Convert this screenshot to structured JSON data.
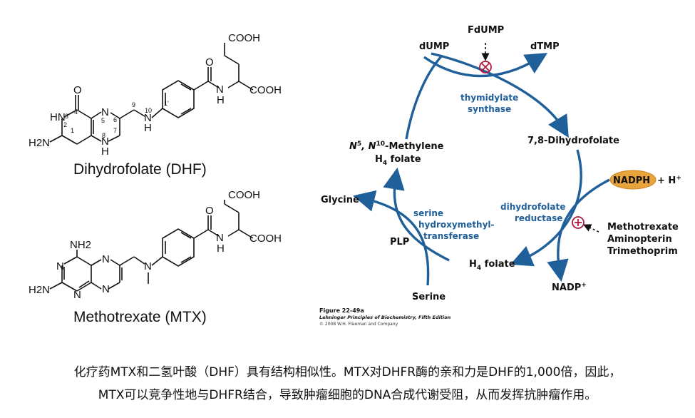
{
  "structures": {
    "dhf": {
      "name": "Dihydrofolate (DHF)",
      "cooh_top": "COOH",
      "cooh_right": "COOH",
      "o_carbonyl": "O",
      "o_ring": "O",
      "hn": "HN",
      "h2n": "H2N",
      "n_ring": "N",
      "nh_ring": "H",
      "nh_amide": "N",
      "h_amide": "H",
      "n10": "N",
      "h10": "H",
      "n5": "N",
      "nums": [
        "1",
        "2",
        "3",
        "4",
        "5",
        "6",
        "7",
        "8",
        "9",
        "10",
        "1'"
      ]
    },
    "mtx": {
      "name": "Methotrexate (MTX)",
      "cooh_top": "COOH",
      "cooh_right": "COOH",
      "o_carbonyl": "O",
      "nh2": "NH2",
      "h2n": "H2N",
      "n": "N",
      "nh_amide": "N",
      "h_amide": "H"
    }
  },
  "cycle": {
    "fdump": "FdUMP",
    "dump": "dUMP",
    "dtmp": "dTMP",
    "ts_line1": "thymidylate",
    "ts_line2": "synthase",
    "dhf": "7,8-Dihydrofolate",
    "mthf_line1_n5": "N",
    "mthf_line1_sup5": "5",
    "mthf_line1_n10": ", N",
    "mthf_line1_sup10": "10",
    "mthf_line1_rest": "-Methylene",
    "mthf_line2": "H",
    "mthf_line2_sub": "4",
    "mthf_line2_rest": " folate",
    "nadph": "NADPH",
    "plus_h": "+ H",
    "plus_sup": "+",
    "dhfr_line1": "dihydrofolate",
    "dhfr_line2": "reductase",
    "inhibitors": [
      "Methotrexate",
      "Aminopterin",
      "Trimethoprim"
    ],
    "nadp": "NADP",
    "nadp_sup": "+",
    "thf": "H",
    "thf_sub": "4",
    "thf_rest": " folate",
    "glycine": "Glycine",
    "shmt_line1": "serine",
    "shmt_line2": "hydroxymethyl-",
    "shmt_line3": "transferase",
    "plp": "PLP",
    "serine": "Serine",
    "fig_title": "Figure 22-49a",
    "fig_book": "Lehninger Principles of Biochemistry, Fifth Edition",
    "fig_copy": "© 2008 W.H. Freeman and Company",
    "colors": {
      "arrow": "#1f5f9a",
      "nadph_fill": "#e8a33a",
      "inhibit": "#b0173b"
    }
  },
  "caption": {
    "line1": "化疗药MTX和二氢叶酸（DHF）具有结构相似性。MTX对DHFR酶的亲和力是DHF的1,000倍，因此，",
    "line2": "MTX可以竞争性地与DHFR结合，导致肿瘤细胞的DNA合成代谢受阻，从而发挥抗肿瘤作用。"
  }
}
